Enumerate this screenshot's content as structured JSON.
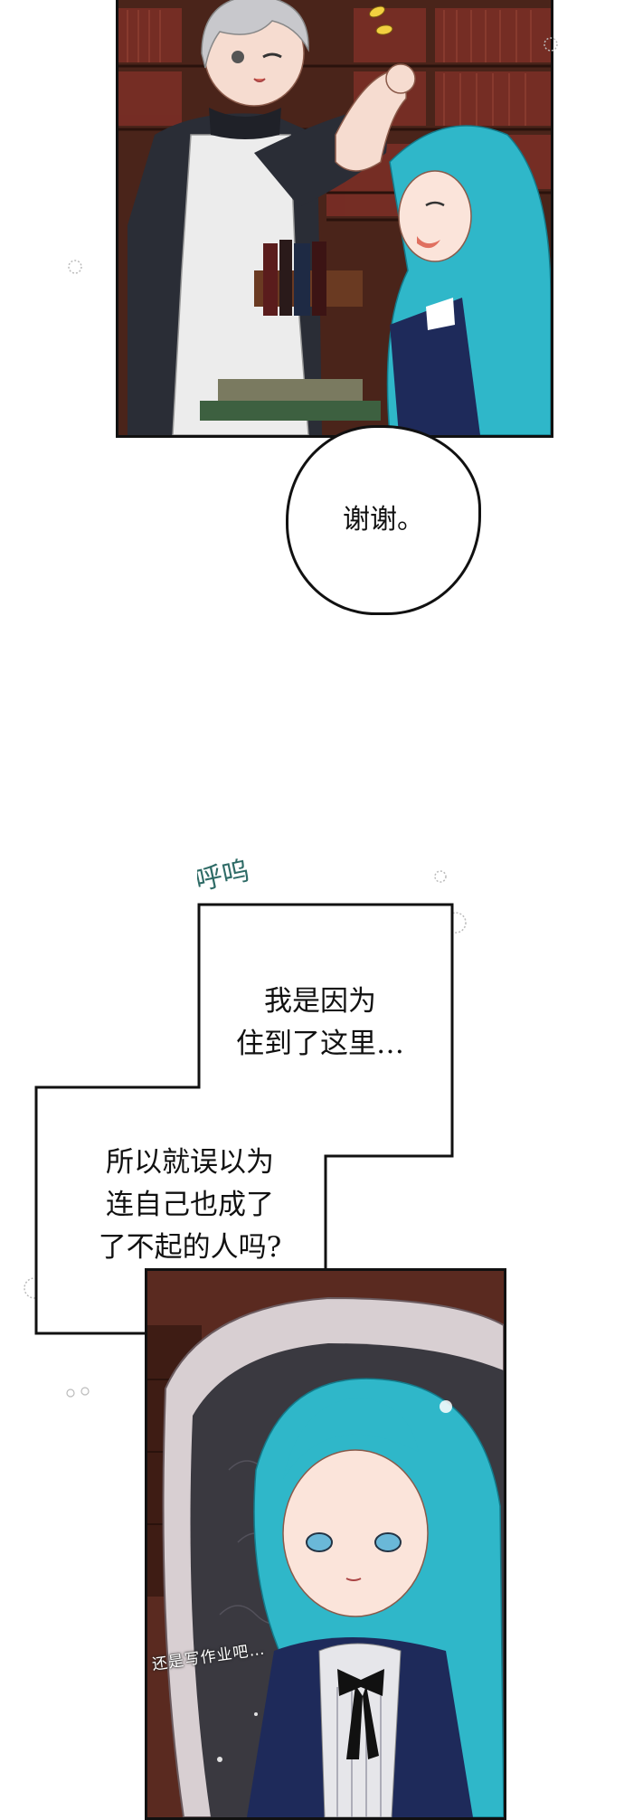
{
  "bubble": {
    "text": "谢谢。"
  },
  "narration": {
    "upper": "我是因为\n住到了这里…",
    "lower": "所以就误以为\n连自己也成了\n了不起的人吗?"
  },
  "sfx": {
    "huwu": "呼呜"
  },
  "aside": {
    "text": "还是写作业吧…"
  },
  "colors": {
    "hair_teal": "#2fb7c9",
    "hair_silver": "#c8c8cc",
    "maid_dress": "#2a2d36",
    "apron": "#ececec",
    "wood": "#6b3424",
    "sfx": "#2e6b66"
  }
}
